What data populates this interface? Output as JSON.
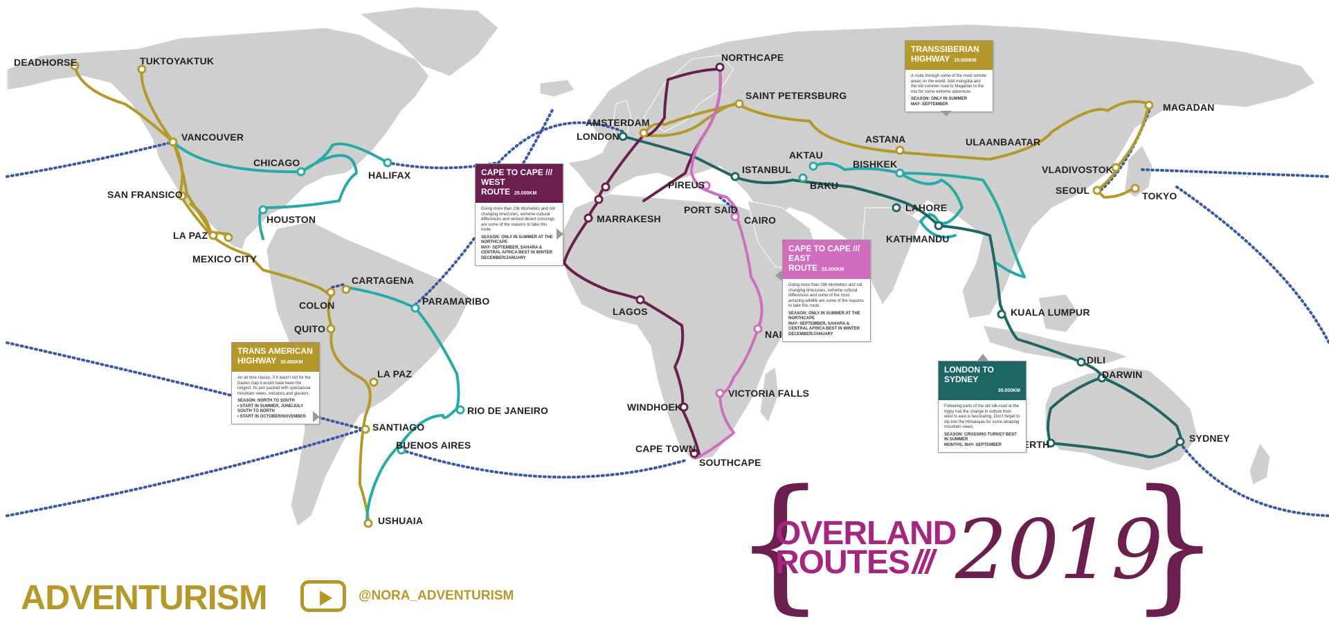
{
  "brand": {
    "name": "ADVENTURISM",
    "handle": "@NORA_ADVENTURISM"
  },
  "title": {
    "line1": "OVERLAND",
    "line2": "ROUTES",
    "mark": "///",
    "year": "2019"
  },
  "colors": {
    "transamerican": "#b5982a",
    "westroute": "#6a1f4e",
    "eastroute": "#d16dbe",
    "london_sydney": "#1e6664",
    "transsiberian": "#b5982a",
    "teal": "#26aaa8",
    "sea": "#3a57a6",
    "land": "#cfcfcf"
  },
  "routes": {
    "transsiberian": {
      "title": "TRANSSIBERIAN",
      "title2": "HIGHWAY",
      "distance": "15.000KM",
      "text": "A route through some of the most remote areas on the world. Add mongolia and the old summer road to Magadan to the mix for some extreme adventure.",
      "season": "SEASON: ONLY IN SUMMER",
      "season2": "MAY- SEPTEMBER"
    },
    "westroute": {
      "title": "CAPE TO CAPE ///",
      "title2": "WEST ROUTE",
      "distance": "25.000KM",
      "text": "Going more than 20k kilometers and not changing timezones, extreme cultural differences and wicked desert crossings are some of the reasons to take this route.",
      "season": "SEASON: ONLY IN SUMMER AT THE NORTHCAPE",
      "season2": "MAY- SEPTEMBER, SAHARA & CENTRAL AFRICA BEST IN WINTER DECEMBER/JANUARY"
    },
    "eastroute": {
      "title": "CAPE TO CAPE ///",
      "title2": "EAST ROUTE",
      "distance": "22.000KM",
      "text": "Going more than 20k kilometers and not changing timezones, extreme cultural differences and some of the most amazing wildlife are some of the reasons to take this route.",
      "season": "SEASON: ONLY IN SUMMER AT THE NORTHCAPE",
      "season2": "MAY- SEPTEMBER, SAHARA & CENTRAL AFRICA BEST IN WINTER DECEMBER/JANUARY"
    },
    "transamerican": {
      "title": "TRANS AMERICAN",
      "title2": "HIGHWAY",
      "distance": "30.000KM",
      "text": "An all time classic, if it wasn't not for the Darien Gap it would have been the longest. Its jam packed with spectacular mountain views, volcanos and glaciers.",
      "season": "SEASON: NORTH TO SOUTH",
      "season2": "• START IN SUMMER, JUNE/JULY",
      "season3": "SOUTH TO NORTH",
      "season4": "• START IN OCTOBER/NOVEMBER"
    },
    "london_sydney": {
      "title": "LONDON TO SYDNEY",
      "distance": "30.000KM",
      "text": "Following parts of the old silk-road or the hippy trail the change in culture from west to east is fascinating. Don't forget to dip into the Himalayas for some amazing mountain views.",
      "season": "SEASON: CROSSING TURKEY BEST IN SUMMER",
      "season2": "MONTHS, MAY- SEPTEMBER"
    }
  },
  "cities": {
    "deadhorse": "DEADHORSE",
    "tuktoyaktuk": "TUKTOYAKTUK",
    "vancouver": "VANCOUVER",
    "chicago": "CHICAGO",
    "halifax": "HALIFAX",
    "sanfrancisco": "SAN FRANSICO",
    "houston": "HOUSTON",
    "lapaz_mx": "LA PAZ",
    "mexicocity": "MEXICO CITY",
    "colon": "COLON",
    "cartagena": "CARTAGENA",
    "quito": "QUITO",
    "paramaribo": "PARAMARIBO",
    "lapaz_bo": "LA PAZ",
    "santiago": "SANTIAGO",
    "riodejaneiro": "RIO DE JANEIRO",
    "buenosaires": "BUENOS AIRES",
    "ushuaia": "USHUAIA",
    "amsterdam": "AMSTERDAM",
    "london": "LONDON",
    "northcape": "NORTHCAPE",
    "saintpetersburg": "SAINT PETERSBURG",
    "istanbul": "ISTANBUL",
    "pireus": "PIREUS",
    "portsaid": "PORT SAID",
    "cairo": "CAIRO",
    "marrakesh": "MARRAKESH",
    "lagos": "LAGOS",
    "nairobi": "NAIROBI",
    "victoriafalls": "VICTORIA FALLS",
    "windhoek": "WINDHOEK",
    "capetown": "CAPE TOWN",
    "southcape": "SOUTHCAPE",
    "aktau": "AKTAU",
    "baku": "BAKU",
    "bishkek": "BISHKEK",
    "astana": "ASTANA",
    "lahore": "LAHORE",
    "kathmandu": "KATHMANDU",
    "ulaanbaatar": "ULAANBAATAR",
    "magadan": "MAGADAN",
    "vladivostok": "VLADIVOSTOK",
    "seoul": "SEOUL",
    "tokyo": "TOKYO",
    "kualalumpur": "KUALA LUMPUR",
    "dili": "DILI",
    "darwin": "DARWIN",
    "perth": "PERTH",
    "sydney": "SYDNEY"
  }
}
